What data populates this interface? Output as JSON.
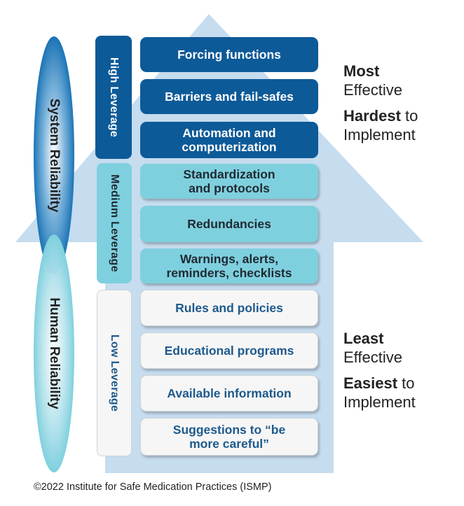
{
  "colors": {
    "arrow": "#c6dcef",
    "high": "#0d5a98",
    "medium": "#7fd0de",
    "low": "#f6f6f6",
    "ellipse_top": "#1a73b5",
    "ellipse_bottom": "#7fd0de"
  },
  "reliability": {
    "system_label": "System Reliability",
    "human_label": "Human Reliability"
  },
  "leverage": {
    "high_label": "High Leverage",
    "medium_label": "Medium Leverage",
    "low_label": "Low  Leverage"
  },
  "strategies": {
    "high": [
      "Forcing functions",
      "Barriers and fail-safes",
      "Automation and\ncomputerization"
    ],
    "medium": [
      "Standardization\nand protocols",
      "Redundancies",
      "Warnings, alerts,\nreminders, checklists"
    ],
    "low": [
      "Rules and policies",
      "Educational programs",
      "Available information",
      "Suggestions to “be\nmore careful”"
    ]
  },
  "top_side": {
    "line1_bold": "Most",
    "line2": "Effective",
    "line3_bold": "Hardest",
    "line3_rest": " to",
    "line4": "Implement"
  },
  "bottom_side": {
    "line1_bold": "Least",
    "line2": "Effective",
    "line3_bold": "Easiest",
    "line3_rest": " to",
    "line4": "Implement"
  },
  "footer": {
    "copyright": "©2022 Institute for Safe Medication Practices (ISMP)"
  }
}
